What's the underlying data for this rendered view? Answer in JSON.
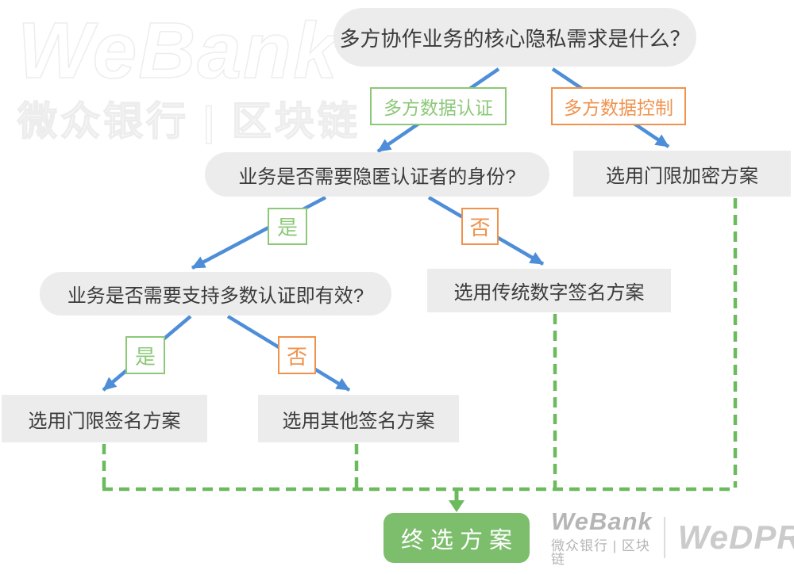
{
  "watermark": {
    "brand": "WeBank",
    "tagline": "微众银行 | 区块链"
  },
  "diagram": {
    "root_question": "多方协作业务的核心隐私需求是什么？",
    "branch_auth": "多方数据认证",
    "branch_control": "多方数据控制",
    "question_identity": "业务是否需要隐匿认证者的身份?",
    "node_threshold_encryption": "选用门限加密方案",
    "label_yes_1": "是",
    "label_no_1": "否",
    "question_majority": "业务是否需要支持多数认证即有效?",
    "node_traditional_signature": "选用传统数字签名方案",
    "label_yes_2": "是",
    "label_no_2": "否",
    "node_threshold_signature": "选用门限签名方案",
    "node_other_signature": "选用其他签名方案",
    "final_node": "终选方案"
  },
  "footer": {
    "brand": "WeBank",
    "tagline": "微众银行 | 区块链",
    "product": "WeDPR"
  },
  "colors": {
    "blue": "#4E8ED8",
    "green": "#8CC878",
    "orange": "#F0924C",
    "dashgreen": "#6CBA5E",
    "solidgreen": "#7CBE6C",
    "nodegray": "#ECECEC",
    "textdark": "#3B3B3B",
    "brandgray": "#B5B5B5",
    "productgray": "#CBCBCB"
  }
}
